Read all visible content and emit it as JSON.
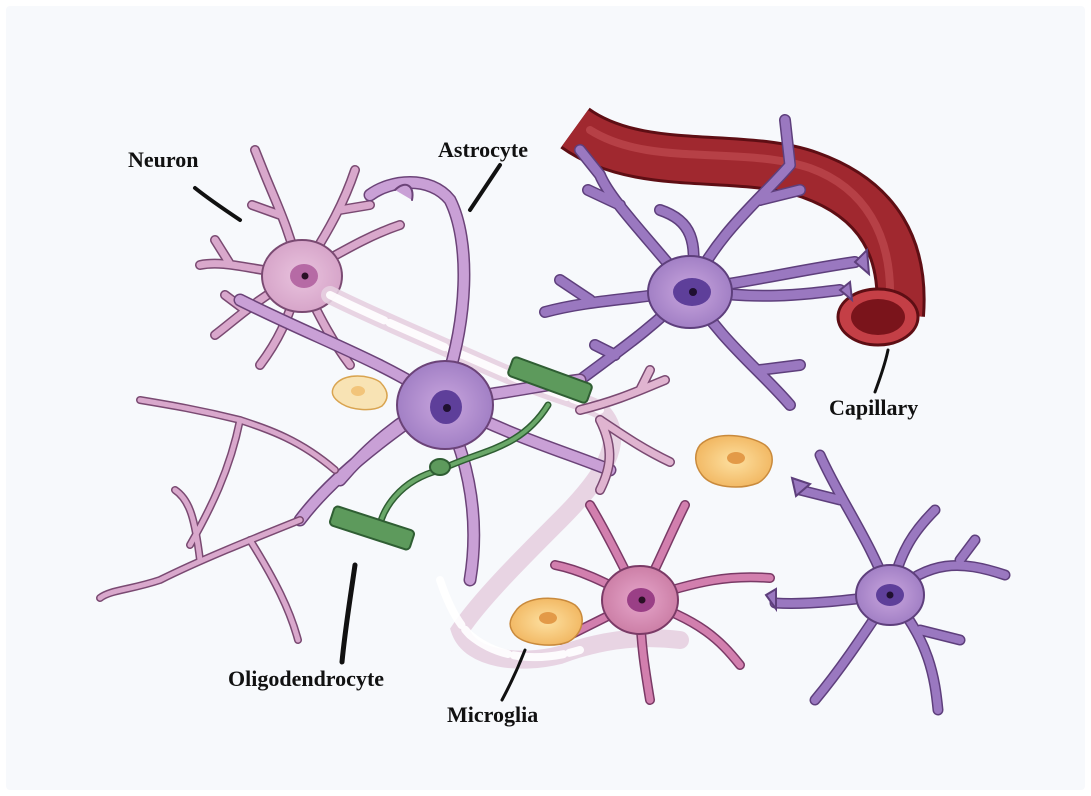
{
  "diagram": {
    "labels": {
      "neuron": "Neuron",
      "astrocyte": "Astrocyte",
      "capillary": "Capillary",
      "oligodendrocyte": "Oligodendrocyte",
      "microglia": "Microglia"
    },
    "colors": {
      "background": "#f7f9fc",
      "neuron_body": "#d9a8cc",
      "neuron_stroke": "#7a4a72",
      "astrocyte_body": "#c4a0d8",
      "astrocyte_stroke": "#5e3f7c",
      "vessel": "#9c2a2f",
      "vessel_dark": "#6e1218",
      "oligodendrocyte": "#5d9a5c",
      "microglia": "#f6c56d",
      "myelin": "#f1e4ee"
    },
    "icons": [
      "neuron-cell",
      "astrocyte-cell",
      "capillary-vessel",
      "oligodendrocyte-cell",
      "microglia-cell"
    ]
  }
}
